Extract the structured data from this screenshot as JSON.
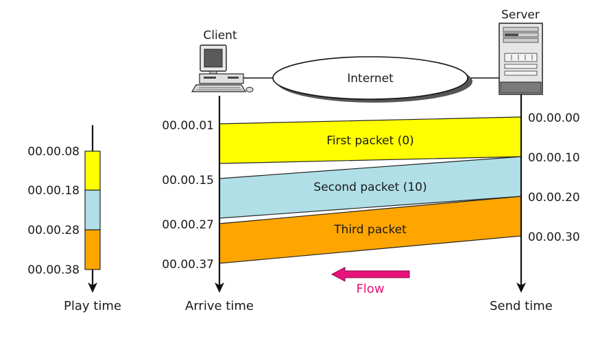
{
  "colors": {
    "first_packet": "#ffff00",
    "second_packet": "#b0dfe8",
    "third_packet": "#ffa500",
    "flow_arrow": "#e8137a"
  },
  "labels": {
    "client": "Client",
    "server": "Server",
    "internet": "Internet",
    "first_packet": "First packet (0)",
    "second_packet": "Second packet (10)",
    "third_packet": "Third packet",
    "flow": "Flow",
    "play_time": "Play time",
    "arrive_time": "Arrive time",
    "send_time": "Send time"
  },
  "send_times": [
    "00.00.00",
    "00.00.10",
    "00.00.20",
    "00.00.30"
  ],
  "arrive_times": [
    "00.00.01",
    "00.00.15",
    "00.00.27",
    "00.00.37"
  ],
  "play_times": [
    "00.00.08",
    "00.00.18",
    "00.00.28",
    "00.00.38"
  ]
}
